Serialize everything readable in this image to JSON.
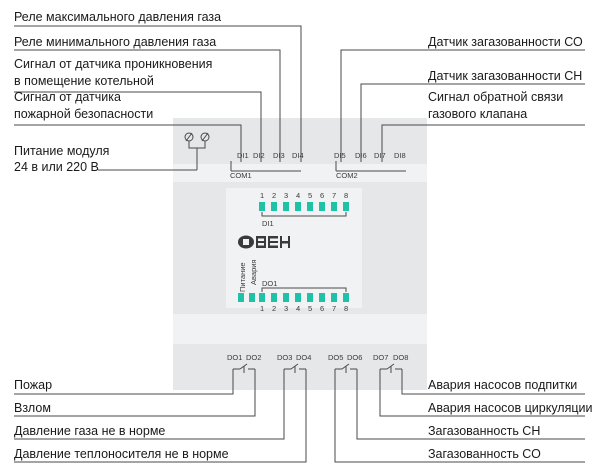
{
  "left_labels": [
    "Реле максимального давления газа",
    "Реле минимального давления газа",
    "Сигнал от датчика проникновения",
    "в помещение котельной",
    "Сигнал от датчика",
    "пожарной безопасности",
    "Питание модуля",
    "24 в или 220 В"
  ],
  "right_labels": [
    "Датчик загазованности СО",
    "Датчик загазованности СН",
    "Сигнал обратной связи",
    "газового клапана"
  ],
  "bottom_left_labels": [
    "Пожар",
    "Взлом",
    "Давление газа не в норме",
    "Давление теплоносителя не в норме"
  ],
  "bottom_right_labels": [
    "Авария насосов подпитки",
    "Авария насосов циркуляции",
    "Загазованность СН",
    "Загазованность СО"
  ],
  "device": {
    "brand": "ОВЕН",
    "di_terminals": [
      "DI1",
      "DI2",
      "DI3",
      "DI4",
      "DI5",
      "DI6",
      "DI7",
      "DI8"
    ],
    "com1": "COM1",
    "com2": "COM2",
    "di_group": "DI1",
    "do_group": "DO1",
    "led_numbers": [
      "1",
      "2",
      "3",
      "4",
      "5",
      "6",
      "7",
      "8"
    ],
    "status_labels": [
      "Питание",
      "Авария"
    ],
    "do_terminals": [
      "DO1",
      "DO2",
      "DO3",
      "DO4",
      "DO5",
      "DO6",
      "DO7",
      "DO8"
    ]
  },
  "colors": {
    "led": "#1fc2a6",
    "housing": "#e6e7e9",
    "housing_light": "#f1f2f3",
    "line": "#4a4a4a"
  }
}
